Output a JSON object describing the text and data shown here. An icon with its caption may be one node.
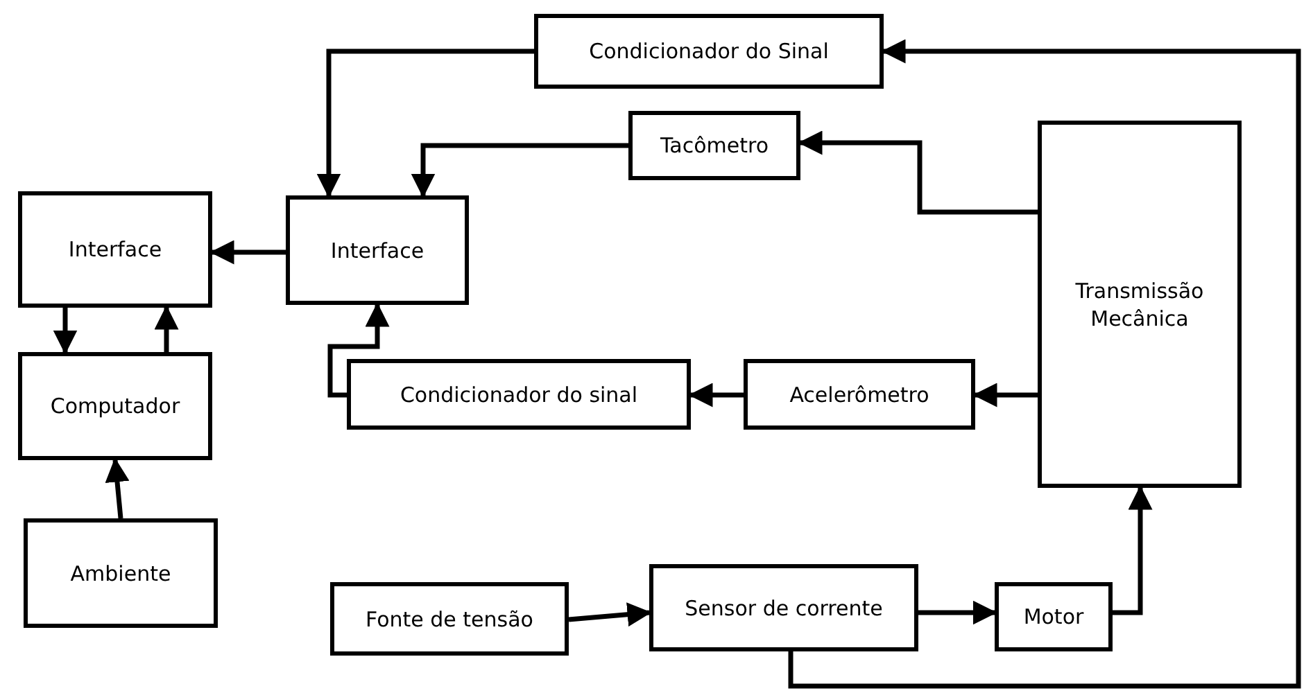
{
  "diagram": {
    "nodes": [
      {
        "text": [
          "Condicionador do Sinal"
        ]
      },
      {
        "text": [
          "Tacômetro"
        ]
      },
      {
        "text": [
          "Interface"
        ]
      },
      {
        "text": [
          "Interface"
        ]
      },
      {
        "text": [
          "Transmissão Mecânica"
        ]
      },
      {
        "text": [
          "Computador"
        ]
      },
      {
        "text": [
          "Condicionador do sinal"
        ]
      },
      {
        "text": [
          "Acelerômetro"
        ]
      },
      {
        "text": [
          "Ambiente"
        ]
      },
      {
        "text": [
          "Fonte de tensão"
        ]
      },
      {
        "text": [
          "Sensor de corrente"
        ]
      },
      {
        "text": [
          "Motor"
        ]
      }
    ],
    "edges": [
      {
        "from": 10,
        "to": 0,
        "arrow": "to"
      },
      {
        "from": 0,
        "to": 3,
        "arrow": "to"
      },
      {
        "from": 1,
        "to": 3,
        "arrow": "to"
      },
      {
        "from": 4,
        "to": 1,
        "arrow": "to"
      },
      {
        "from": 4,
        "to": 7,
        "arrow": "to"
      },
      {
        "from": 7,
        "to": 6,
        "arrow": "to"
      },
      {
        "from": 6,
        "to": 3,
        "arrow": "to"
      },
      {
        "from": 3,
        "to": 2,
        "arrow": "to"
      },
      {
        "from": 2,
        "to": 5,
        "arrow": "to"
      },
      {
        "from": 5,
        "to": 2,
        "arrow": "to"
      },
      {
        "from": 8,
        "to": 5,
        "arrow": "to"
      },
      {
        "from": 9,
        "to": 10,
        "arrow": "to"
      },
      {
        "from": 10,
        "to": 11,
        "arrow": "to"
      },
      {
        "from": 11,
        "to": 4,
        "arrow": "to"
      }
    ]
  }
}
